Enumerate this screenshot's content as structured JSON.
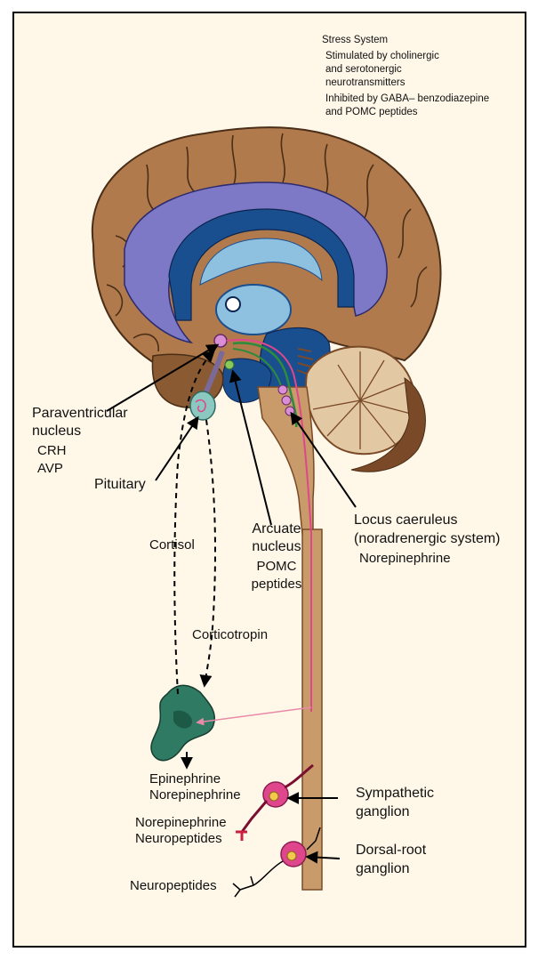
{
  "stress_system": {
    "title": "Stress System",
    "stimulated": [
      "Stimulated by cholinergic",
      "and serotonergic",
      "neurotransmitters"
    ],
    "inhibited": [
      "Inhibited by GABA– benzodiazepine",
      "and POMC peptides"
    ]
  },
  "labels": {
    "paraventricular": [
      "Paraventricular",
      "nucleus",
      "CRH",
      "AVP"
    ],
    "pituitary": "Pituitary",
    "cortisol": "Cortisol",
    "arcuate": [
      "Arcuate",
      "nucleus",
      "POMC",
      "peptides"
    ],
    "corticotropin": "Corticotropin",
    "locus": [
      "Locus caeruleus",
      "(noradrenergic system)",
      "Norepinephrine"
    ],
    "adrenal_out": [
      "Epinephrine",
      "Norepinephrine"
    ],
    "sympathetic": [
      "Sympathetic",
      "ganglion"
    ],
    "symp_out": [
      "Norepinephrine",
      "Neuropeptides"
    ],
    "dorsal": [
      "Dorsal-root",
      "ganglion"
    ],
    "neuropeptides": "Neuropeptides"
  },
  "colors": {
    "background": "#fff8e9",
    "cortex": "#b07a4c",
    "limbic_outer": "#7d79c6",
    "limbic_inner": "#1a4f8f",
    "spinal_cord": "#c99a6a",
    "cerebellum": "#e3c9a3",
    "adrenal": "#2f7a62",
    "nucleus": "#d98fd6",
    "ganglion": "#e0468c"
  }
}
